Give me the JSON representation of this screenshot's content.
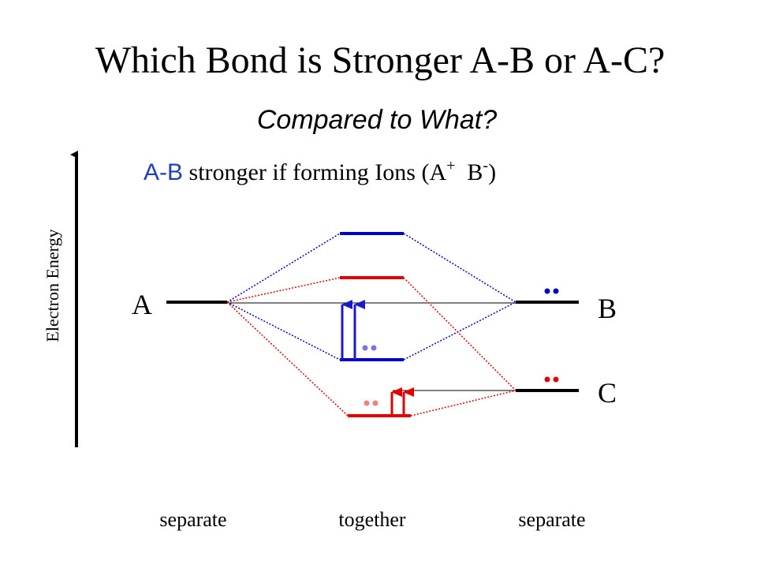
{
  "title": "Which Bond is Stronger A-B or A-C?",
  "subtitle": "Compared to What?",
  "statement": {
    "highlight": "A-B",
    "text": " stronger if forming Ions (A",
    "cation_charge": "+",
    "anion": "  B",
    "anion_charge": "-",
    "close": ")"
  },
  "axis_label": "Electron Energy",
  "atoms": {
    "a": "A",
    "b": "B",
    "c": "C"
  },
  "columns": {
    "left": "separate",
    "middle": "together",
    "right": "separate"
  },
  "colors": {
    "ab": "#0000cc",
    "ac": "#e00000",
    "ab_light": "#7777dd",
    "ac_light": "#f08080",
    "ink": "#000000",
    "highlight_text": "#1f3fbf"
  }
}
